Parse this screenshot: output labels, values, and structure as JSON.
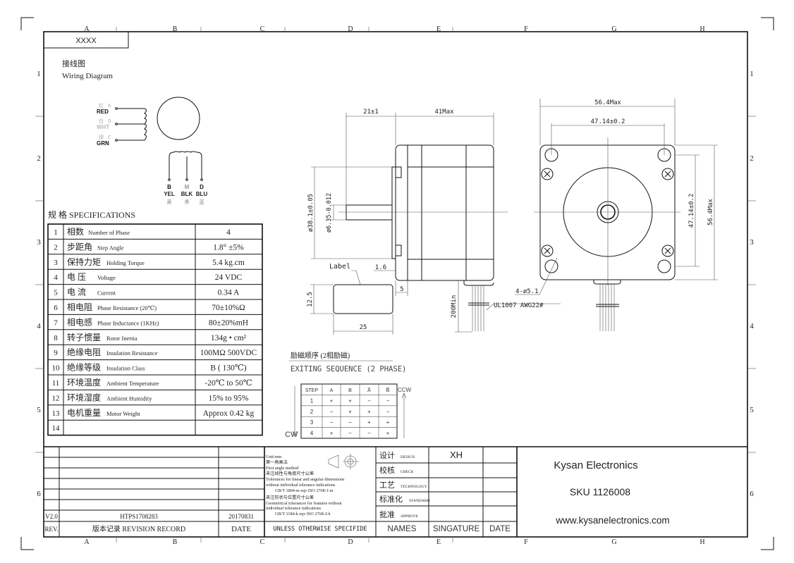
{
  "tag": "XXXX",
  "grid": {
    "columns": [
      "A",
      "B",
      "C",
      "D",
      "E",
      "F",
      "G",
      "H"
    ],
    "rows": [
      "1",
      "2",
      "3",
      "4",
      "5",
      "6"
    ]
  },
  "wiring": {
    "title_cn": "接线图",
    "title_en": "Wiring Diagram",
    "left_leads": [
      {
        "cn": "红",
        "letter": "A",
        "color": "RED"
      },
      {
        "cn": "白",
        "letter": "O",
        "color": "WHT"
      },
      {
        "cn": "绿",
        "letter": "C",
        "color": "GRN"
      }
    ],
    "bottom_leads": [
      {
        "letter": "B",
        "color": "YEL",
        "cn": "黄"
      },
      {
        "letter": "M",
        "color": "BLK",
        "cn": "黑"
      },
      {
        "letter": "D",
        "color": "BLU",
        "cn": "蓝"
      }
    ]
  },
  "specs": {
    "header": "规 格 SPECIFICATIONS",
    "rows": [
      {
        "n": "1",
        "cn": "相数",
        "en": "Number of Phase",
        "value": "4"
      },
      {
        "n": "2",
        "cn": "步距角",
        "en": "Step Angle",
        "value": "1.8° ±5%"
      },
      {
        "n": "3",
        "cn": "保持力矩",
        "en": "Holding Torque",
        "value": "5.4 kg.cm"
      },
      {
        "n": "4",
        "cn": "电 压",
        "en": "Voltage",
        "value": "24 VDC"
      },
      {
        "n": "5",
        "cn": "电 流",
        "en": "Current",
        "value": "0.34 A"
      },
      {
        "n": "6",
        "cn": "相电阻",
        "en": "Phase Resistance (20℃)",
        "value": "70±10%Ω"
      },
      {
        "n": "7",
        "cn": "相电感",
        "en": "Phase Inductance (1KHz)",
        "value": "80±20%mH"
      },
      {
        "n": "8",
        "cn": "转子惯量",
        "en": "Rotor Inertia",
        "value": "134g • cm²"
      },
      {
        "n": "9",
        "cn": "绝缘电阻",
        "en": "Insulation Resistance",
        "value": "100MΩ 500VDC"
      },
      {
        "n": "10",
        "cn": "绝缘等级",
        "en": "Insulation Class",
        "value": "B ( 130℃)"
      },
      {
        "n": "11",
        "cn": "环境温度",
        "en": "Ambient Temperature",
        "value": "-20℃ to 50℃"
      },
      {
        "n": "12",
        "cn": "环境湿度",
        "en": "Ambient Humidity",
        "value": "15% to 95%"
      },
      {
        "n": "13",
        "cn": "电机重量",
        "en": "Motor Weight",
        "value": "Approx 0.42 kg"
      },
      {
        "n": "14",
        "cn": "",
        "en": "",
        "value": ""
      }
    ]
  },
  "dims": {
    "shaft_len": "21±1",
    "body_len": "41Max",
    "pilot_dia": "ø38.1±0.05",
    "shaft_dia": "ø6.35-0.012",
    "label": "Label",
    "flange_thk": "1.6",
    "pilot_len": "5",
    "label_h": "12.5",
    "label_w": "25",
    "lead_len": "200Min",
    "wire": "UL1007  AWG22#",
    "holes": "4-ø5.1",
    "width_max": "56.4Max",
    "hole_pitch": "47.14±0.2",
    "hole_pitch_v": "47.14±0.2",
    "height_max": "56.4Max"
  },
  "sequence": {
    "title_cn": "励磁顺序 (2相励磁)",
    "title_en": "EXITING SEQUENCE (2 PHASE)",
    "headers": [
      "STEP",
      "A",
      "B",
      "A̅",
      "B̅"
    ],
    "rows": [
      [
        "1",
        "+",
        "+",
        "−",
        "−"
      ],
      [
        "2",
        "−",
        "+",
        "+",
        "−"
      ],
      [
        "3",
        "−",
        "−",
        "+",
        "+"
      ],
      [
        "4",
        "+",
        "−",
        "−",
        "+"
      ]
    ],
    "cw": "CW",
    "ccw": "CCW"
  },
  "revision": {
    "version": "V2.0",
    "record": "HTPS1708283",
    "date": "20170831",
    "rev_label": "REV.",
    "record_label": "版本记录 REVISION RECORD",
    "date_label": "DATE"
  },
  "notes": {
    "lines": [
      "Unit:mm",
      "第一角画法",
      "First angle method",
      "未注线性与角度尺寸公差",
      "Tolerances for linear and angular dimensions",
      "without individual tolerance indications",
      "GB/T 1804-m eqv ISO 2768-1:m",
      "未注形状与位置尺寸公差",
      "Geometrical tolerances for features without",
      "individual tolerance indications",
      "GB/T 1184-k eqv ISO 2768-2:k"
    ],
    "footer": "UNLESS OTHERWISE SPECIFIDE"
  },
  "approvals": {
    "rows": [
      {
        "cn": "设计",
        "en": "DESIGN",
        "name": "XH"
      },
      {
        "cn": "校核",
        "en": "CHECK",
        "name": ""
      },
      {
        "cn": "工艺",
        "en": "TECHNOLOGY",
        "name": ""
      },
      {
        "cn": "标准化",
        "en": "STANDARD",
        "name": ""
      },
      {
        "cn": "批准",
        "en": "APPROVE",
        "name": ""
      }
    ],
    "footer": [
      "NAMES",
      "SINGATURE",
      "DATE"
    ]
  },
  "company": {
    "name": "Kysan Electronics",
    "sku": "SKU 1126008",
    "url": "www.kysanelectronics.com"
  }
}
